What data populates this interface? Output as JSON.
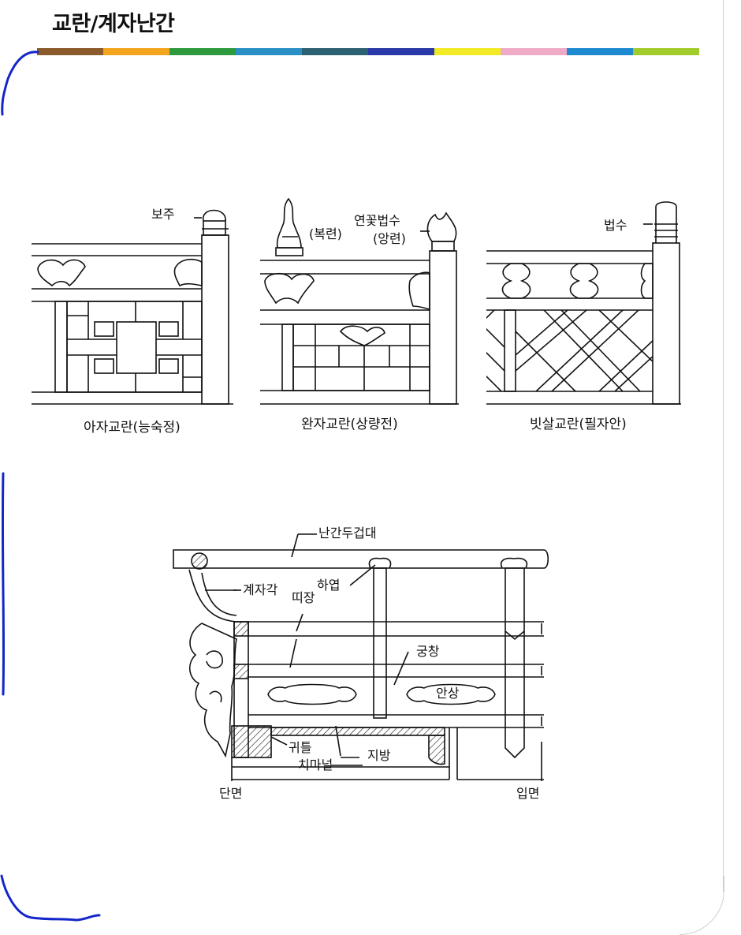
{
  "title": "교란/계자난간",
  "color_bar": [
    "#8a5a2b",
    "#f3a51e",
    "#2e9a3e",
    "#2a8fc4",
    "#2c6172",
    "#2b3aa8",
    "#f2ea24",
    "#eeaac7",
    "#1e8ad0",
    "#a2cc2c"
  ],
  "pen_color": "#1226c9",
  "figures": [
    {
      "caption": "아자교란(능숙정)",
      "labels": [
        "보주"
      ]
    },
    {
      "caption": "완자교란(상량전)",
      "labels": [
        "(복련)",
        "연꽃법수",
        "(앙련)"
      ]
    },
    {
      "caption": "빗살교란(필자안)",
      "labels": [
        "법수"
      ]
    }
  ],
  "section": {
    "labels": {
      "rail": "난간두겁대",
      "bracket": "계자각",
      "band": "띠장",
      "leaf": "하엽",
      "window": "궁창",
      "panel": "안상",
      "frame": "귀틀",
      "beam": "지방",
      "skirt": "치마널",
      "section_view": "단면",
      "elevation_view": "입면"
    }
  }
}
